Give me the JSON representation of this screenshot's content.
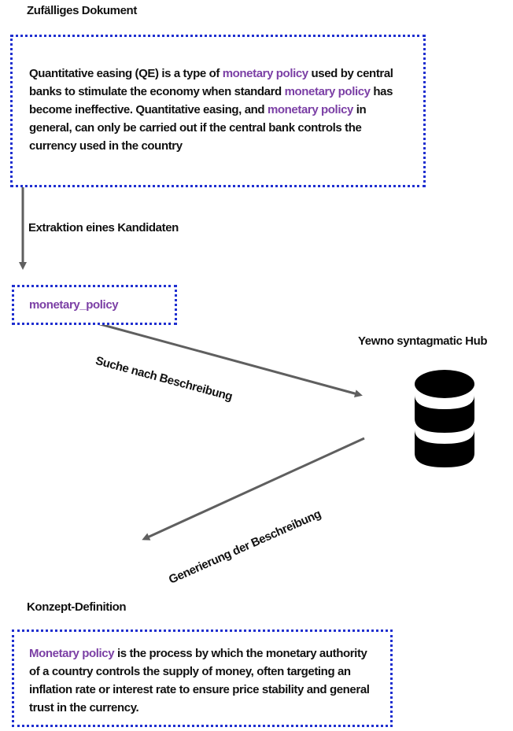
{
  "source_doc": {
    "title": "Zufälliges Dokument",
    "text_segments": [
      {
        "text": "Quantitative easing (QE) is a type of ",
        "highlight": false
      },
      {
        "text": "monetary policy",
        "highlight": true
      },
      {
        "text": " used by central banks to stimulate the economy when standard ",
        "highlight": false
      },
      {
        "text": "monetary policy",
        "highlight": true
      },
      {
        "text": " has become ineffective. Quantitative easing, and ",
        "highlight": false
      },
      {
        "text": "monetary policy",
        "highlight": true
      },
      {
        "text": " in general, can only be carried out if the central bank controls the currency used in the country",
        "highlight": false
      }
    ]
  },
  "extraction": {
    "label": "Extraktion eines Kandidaten",
    "candidate": "monetary_policy"
  },
  "hub": {
    "title": "Yewno syntagmatic Hub",
    "icon": "database-icon"
  },
  "arrows": {
    "search_label": "Suche nach Beschreibung",
    "generate_label": "Generierung der Beschreibung"
  },
  "definition": {
    "title": "Konzept-Definition",
    "text_segments": [
      {
        "text": "Monetary policy",
        "highlight": true
      },
      {
        "text": " is the process by which the monetary authority of a country controls the supply of money, often targeting an inflation rate or interest rate to ensure price stability and general trust in the currency.",
        "highlight": false
      }
    ]
  },
  "colors": {
    "highlight": "#7b3fa5",
    "box_border": "#1f2fd0",
    "arrow": "#5f5f5f"
  }
}
